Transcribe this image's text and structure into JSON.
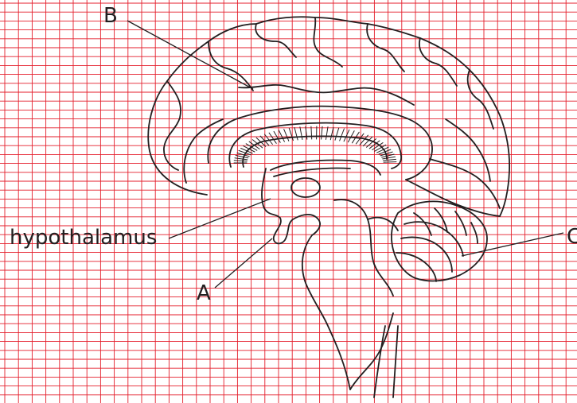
{
  "labels": {
    "b": "B",
    "hypothalamus": "hypothalamus",
    "a": "A",
    "c": "C"
  },
  "colors": {
    "grid": "#e41e2b",
    "line": "#231f20",
    "background": "#ffffff"
  }
}
